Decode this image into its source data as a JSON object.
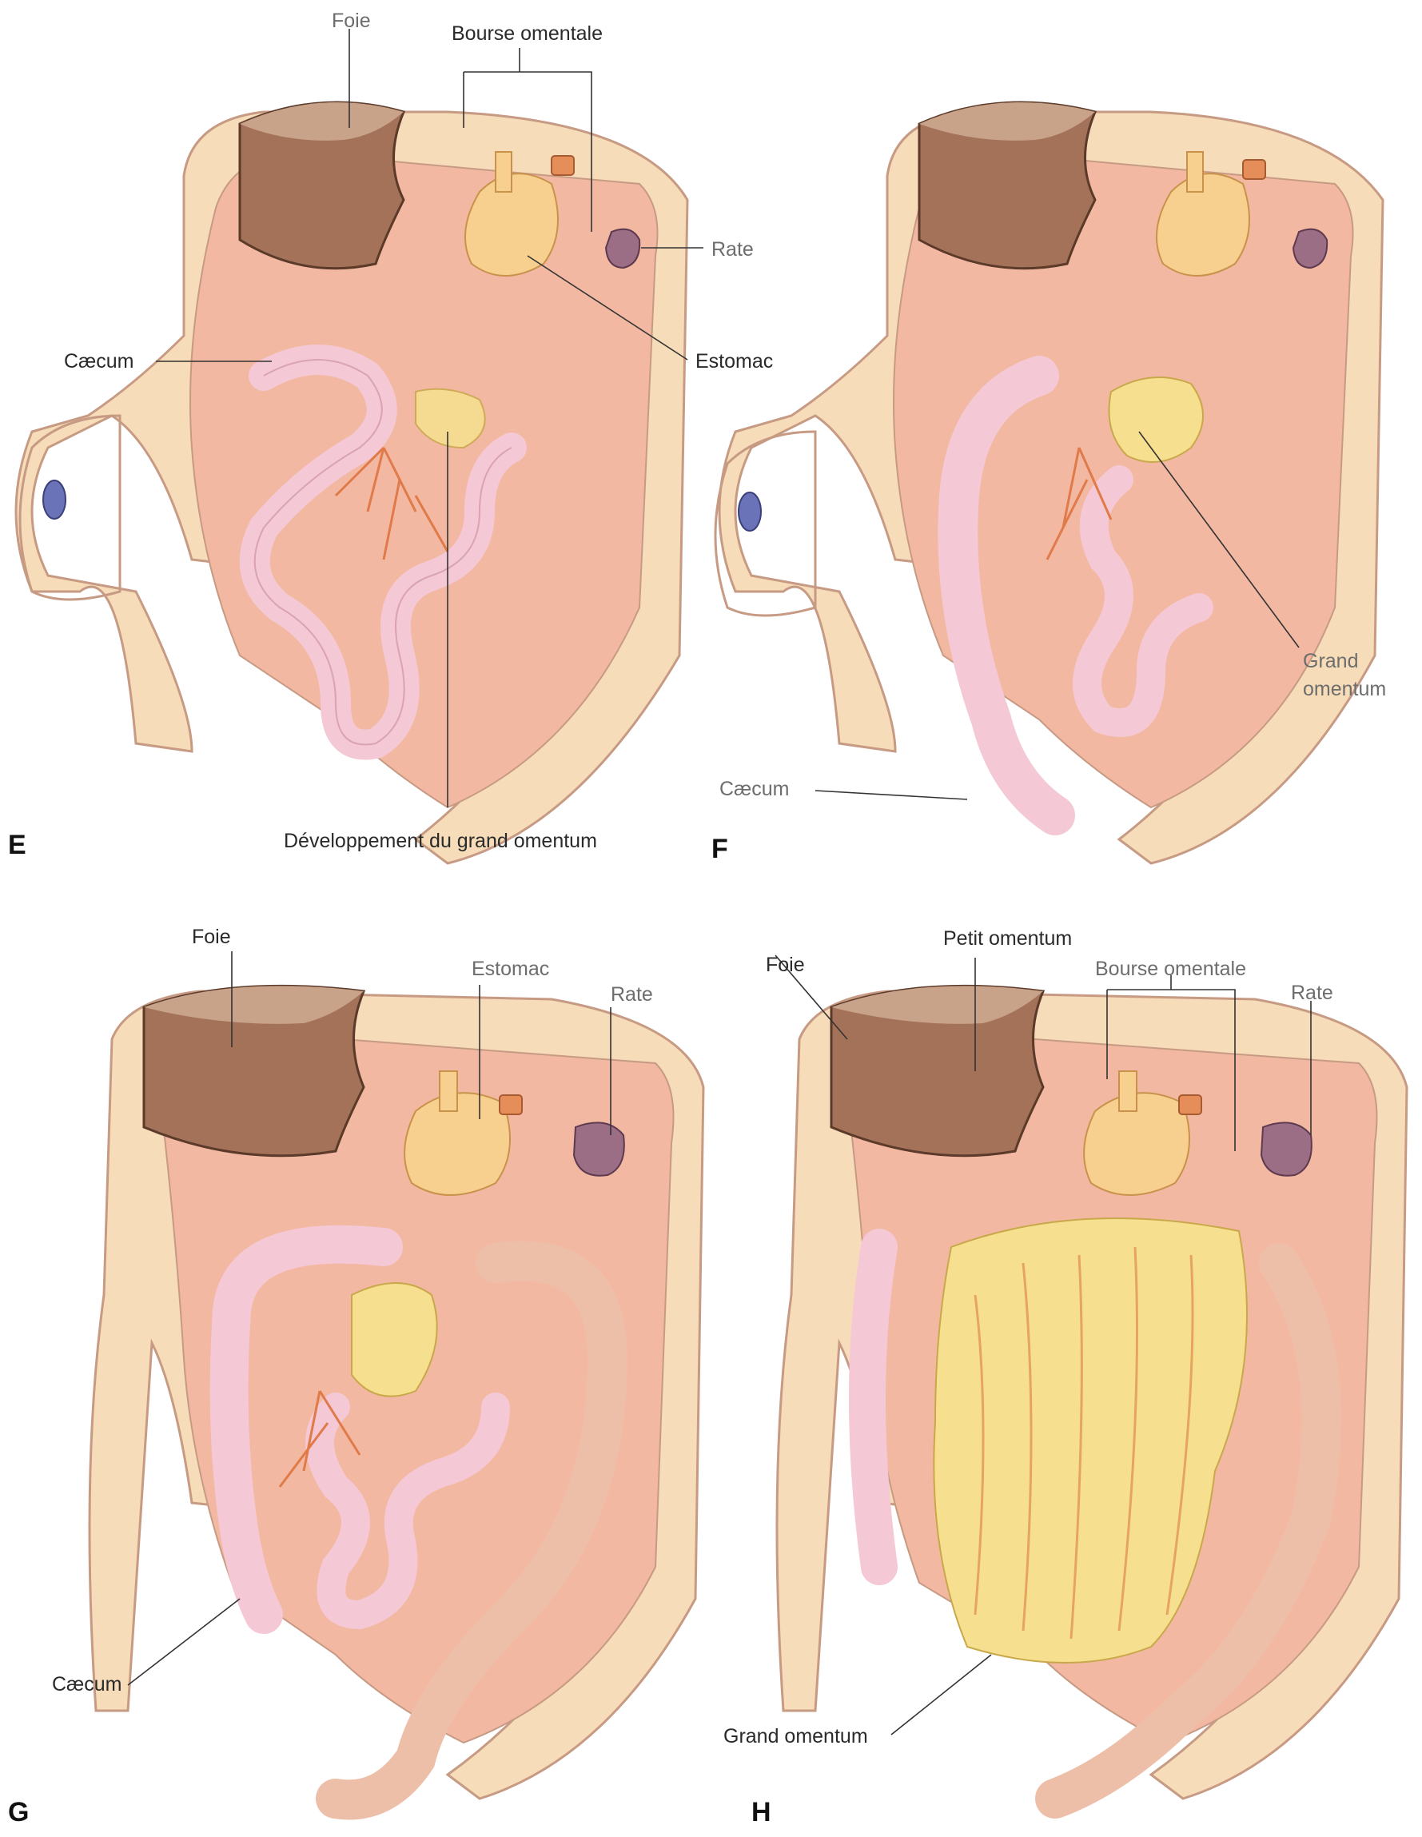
{
  "panels": [
    {
      "letter": "E",
      "labels": {
        "liver": "Foie",
        "omental_bursa": "Bourse omentale",
        "spleen": "Rate",
        "stomach": "Estomac",
        "cecum": "Cæcum",
        "omentum_development": "Développement du grand omentum"
      }
    },
    {
      "letter": "F",
      "labels": {
        "greater_omentum": "Grand\nomentum",
        "cecum": "Cæcum"
      }
    },
    {
      "letter": "G",
      "labels": {
        "liver": "Foie",
        "stomach": "Estomac",
        "spleen": "Rate",
        "cecum": "Cæcum"
      }
    },
    {
      "letter": "H",
      "labels": {
        "liver": "Foie",
        "lesser_omentum": "Petit omentum",
        "omental_bursa": "Bourse omentale",
        "spleen": "Rate",
        "greater_omentum": "Grand omentum"
      }
    }
  ],
  "colors": {
    "body_wall": "#f6dcb8",
    "body_wall_edge": "#c79a84",
    "cavity": "#f2b8a2",
    "liver": "#a47258",
    "liver_top": "#c9a28a",
    "stomach": "#f7d090",
    "spleen": "#9c6e86",
    "intestine": "#f4c8d4",
    "intestine_edge": "#d9a3b4",
    "vessel": "#e07a48",
    "omentum": "#f6e090",
    "aorta": "#e58e5a",
    "kidney": "#6a72b8"
  }
}
